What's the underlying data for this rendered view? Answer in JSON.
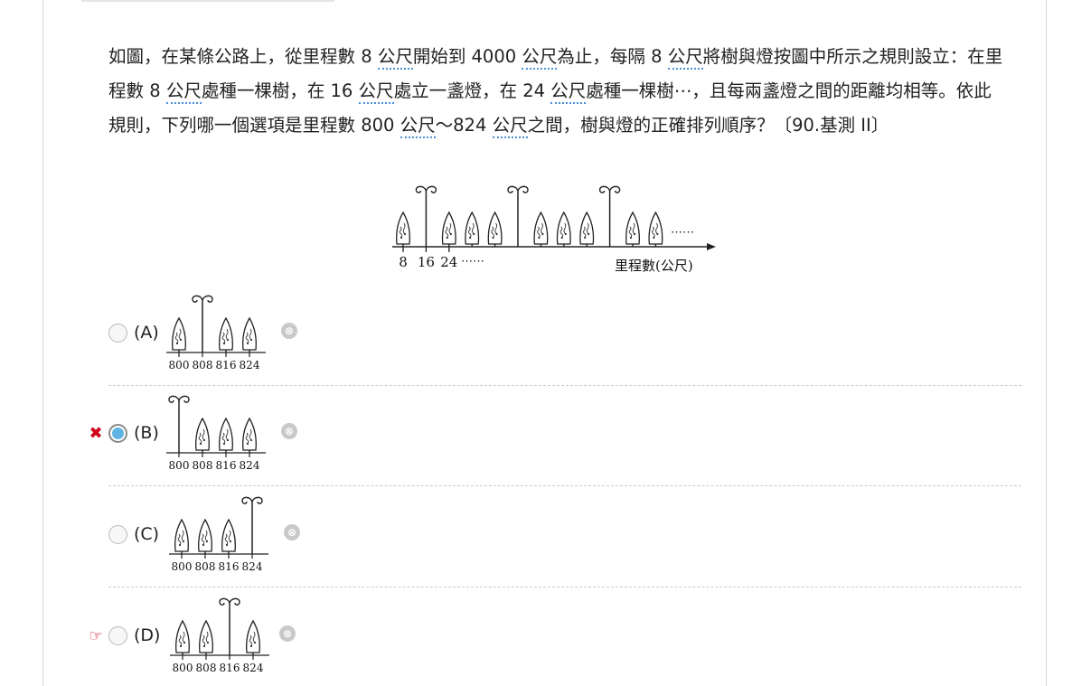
{
  "question": {
    "segments": [
      {
        "t": "如圖，在某條公路上，從里程數 8 "
      },
      {
        "t": "公尺",
        "u": true
      },
      {
        "t": "開始到 4000 "
      },
      {
        "t": "公尺",
        "u": true
      },
      {
        "t": "為止，每隔 8 "
      },
      {
        "t": "公尺",
        "u": true
      },
      {
        "t": "將樹與燈按圖中所示之規則設立：在里程數 8 "
      },
      {
        "t": "公尺",
        "u": true
      },
      {
        "t": "處種一棵樹，在 16 "
      },
      {
        "t": "公尺",
        "u": true
      },
      {
        "t": "處立一盞燈，在 24 "
      },
      {
        "t": "公尺",
        "u": true
      },
      {
        "t": "處種一棵樹⋯，且每兩盞燈之間的距離均相等。依此規則，下列哪一個選項是里程數 800 "
      },
      {
        "t": "公尺",
        "u": true
      },
      {
        "t": "～824 "
      },
      {
        "t": "公尺",
        "u": true
      },
      {
        "t": "之間，樹與燈的正確排列順序？〔90.基測 II〕"
      }
    ]
  },
  "main_figure": {
    "sequence": [
      "tree",
      "lamp",
      "tree",
      "tree",
      "tree",
      "lamp",
      "tree",
      "tree",
      "tree",
      "lamp",
      "tree",
      "tree"
    ],
    "tick_labels": [
      "8",
      "16",
      "24"
    ],
    "tick_dots": "⋯⋯",
    "end_dots": "⋯⋯",
    "axis_label": "里程數(公尺)"
  },
  "options": [
    {
      "label": "(A)",
      "sequence": [
        "tree",
        "lamp",
        "tree",
        "tree"
      ],
      "ticks": [
        "800",
        "808",
        "816",
        "824"
      ],
      "selected": false,
      "marker": ""
    },
    {
      "label": "(B)",
      "sequence": [
        "lamp",
        "tree",
        "tree",
        "tree"
      ],
      "ticks": [
        "800",
        "808",
        "816",
        "824"
      ],
      "selected": true,
      "marker": "✖"
    },
    {
      "label": "(C)",
      "sequence": [
        "tree",
        "tree",
        "tree",
        "lamp"
      ],
      "ticks": [
        "800",
        "808",
        "816",
        "824"
      ],
      "selected": false,
      "marker": ""
    },
    {
      "label": "(D)",
      "sequence": [
        "tree",
        "tree",
        "lamp",
        "tree"
      ],
      "ticks": [
        "800",
        "808",
        "816",
        "824"
      ],
      "selected": false,
      "marker": "☞"
    }
  ],
  "icons": {
    "remove": "⊗",
    "wrong": "✖",
    "hint": "☞"
  },
  "colors": {
    "accent": "#5fb4e3",
    "wrong": "#d0021b",
    "underline": "#4a90d9"
  }
}
